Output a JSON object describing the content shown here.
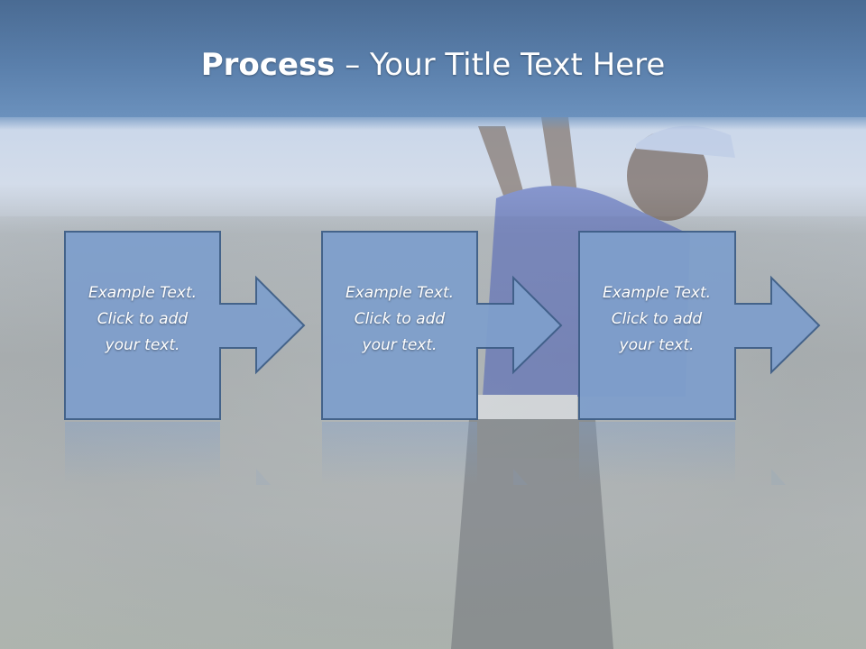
{
  "title": {
    "bold": "Process",
    "rest": " – Your Title Text Here"
  },
  "steps": [
    {
      "line1": "Example Text.",
      "line2": "Click  to add",
      "line3": "your text."
    },
    {
      "line1": "Example Text.",
      "line2": "Click  to add",
      "line3": "your text."
    },
    {
      "line1": "Example Text.",
      "line2": "Click  to add",
      "line3": "your text."
    }
  ],
  "colors": {
    "title_band": "#5a7fab",
    "box_fill": "#7f9fcc",
    "box_stroke": "#3f5f88",
    "text": "#ffffff"
  }
}
